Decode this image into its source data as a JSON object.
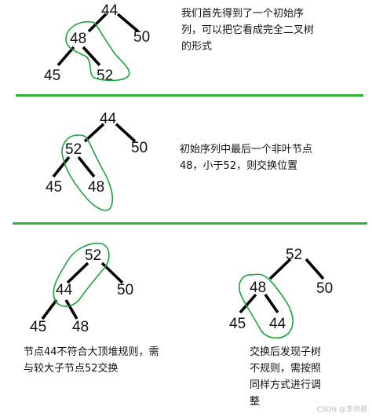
{
  "panels": [
    {
      "nodes": {
        "root": "44",
        "left": "48",
        "right": "50",
        "ll": "45",
        "lr": "52"
      },
      "caption": "我们首先得到了一个初始序\n列，可以把它看成完全二叉树\n的形式"
    },
    {
      "nodes": {
        "root": "44",
        "left": "52",
        "right": "50",
        "ll": "45",
        "lr": "48"
      },
      "caption": "初始序列中最后一个非叶节点\n48，小于52，则交换位置"
    },
    {
      "nodes": {
        "root": "52",
        "left": "44",
        "right": "50",
        "ll": "45",
        "lr": "48"
      },
      "caption": "节点44不符合大顶堆规则，需\n与较大子节点52交换"
    },
    {
      "nodes": {
        "root": "52",
        "left": "48",
        "right": "50",
        "ll": "45",
        "lr": "44"
      },
      "caption": "交换后发现子树\n不规则，需按照\n同样方式进行调\n整"
    }
  ],
  "watermark": "CSDN @李帅朋",
  "colors": {
    "highlight": "#1aa53a",
    "divider": "#2fb534",
    "edge": "#000000"
  }
}
